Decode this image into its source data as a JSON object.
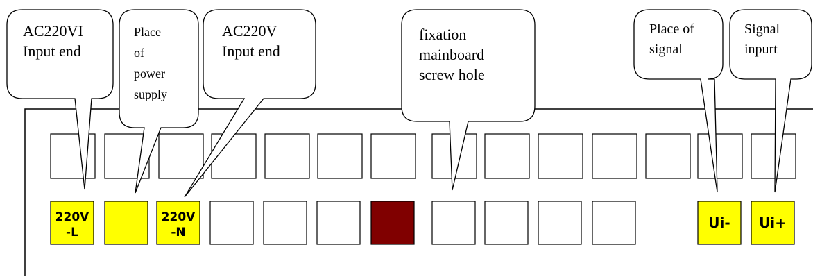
{
  "colors": {
    "highlight": "#ffff00",
    "screw_hole": "#800000",
    "outline": "#000000",
    "background": "#ffffff"
  },
  "terminals": {
    "top_row_count": 14,
    "bottom_row": [
      {
        "label_line1": "220V",
        "label_line2": "-L",
        "fill": "highlight"
      },
      {
        "label_line1": "",
        "label_line2": "",
        "fill": "highlight"
      },
      {
        "label_line1": "220V",
        "label_line2": "-N",
        "fill": "highlight"
      },
      {
        "label_line1": "",
        "label_line2": "",
        "fill": "none"
      },
      {
        "label_line1": "",
        "label_line2": "",
        "fill": "none"
      },
      {
        "label_line1": "",
        "label_line2": "",
        "fill": "none"
      },
      {
        "label_line1": "",
        "label_line2": "",
        "fill": "screw_hole"
      },
      {
        "label_line1": "",
        "label_line2": "",
        "fill": "none"
      },
      {
        "label_line1": "",
        "label_line2": "",
        "fill": "none"
      },
      {
        "label_line1": "",
        "label_line2": "",
        "fill": "none"
      },
      {
        "label_line1": "",
        "label_line2": "",
        "fill": "none"
      },
      {
        "label_line1": "Ui-",
        "label_line2": "",
        "fill": "highlight"
      },
      {
        "label_line1": "Ui+",
        "label_line2": "",
        "fill": "highlight"
      }
    ]
  },
  "callouts": [
    {
      "lines": [
        "AC220VI",
        "Input end"
      ]
    },
    {
      "lines": [
        "Place",
        "of",
        "power",
        "supply"
      ]
    },
    {
      "lines": [
        "AC220V",
        "Input end"
      ]
    },
    {
      "lines": [
        "fixation",
        "mainboard",
        "screw hole"
      ]
    },
    {
      "lines": [
        "Place of",
        "signal"
      ]
    },
    {
      "lines": [
        "Signal",
        "inpurt"
      ]
    }
  ]
}
